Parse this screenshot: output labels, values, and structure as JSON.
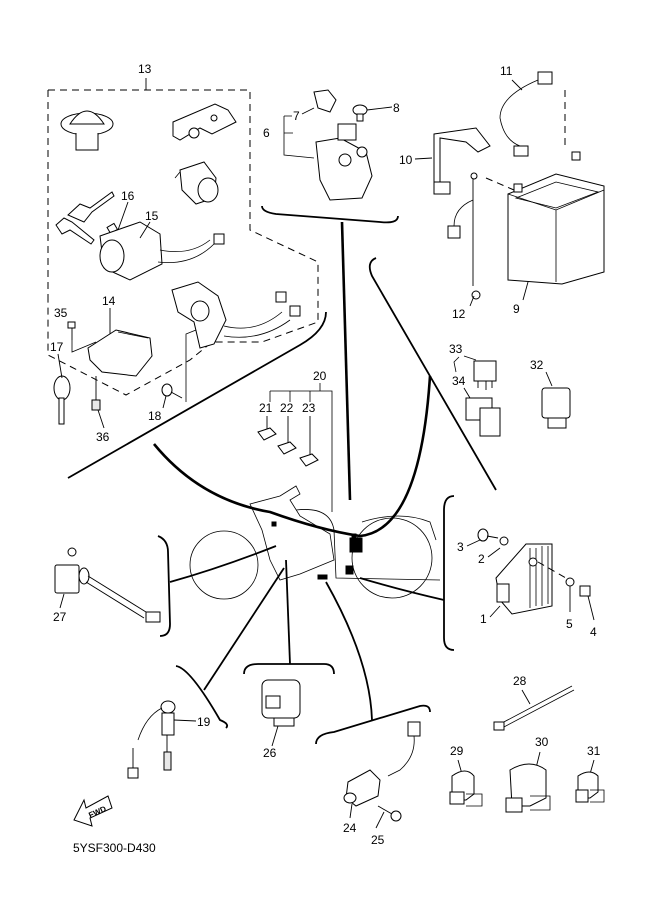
{
  "diagram": {
    "title": "Electrical parts exploded view",
    "figure_code": "5YSF300-D430",
    "fwd_arrow_label": "FWD",
    "callouts": {
      "p1": "1",
      "p2": "2",
      "p3": "3",
      "p4": "4",
      "p5": "5",
      "p6": "6",
      "p7": "7",
      "p8": "8",
      "p9": "9",
      "p10": "10",
      "p11": "11",
      "p12": "12",
      "p13": "13",
      "p14": "14",
      "p15": "15",
      "p16": "16",
      "p17": "17",
      "p18": "18",
      "p19": "19",
      "p20": "20",
      "p21": "21",
      "p22": "22",
      "p23": "23",
      "p24": "24",
      "p25": "25",
      "p26": "26",
      "p27": "27",
      "p28": "28",
      "p29": "29",
      "p30": "30",
      "p31": "31",
      "p32": "32",
      "p33": "33",
      "p34": "34",
      "p35": "35",
      "p36": "36"
    },
    "parts": [
      {
        "id": "13",
        "name": "main-switch-and-lock-set"
      },
      {
        "id": "6",
        "name": "starter-relay"
      },
      {
        "id": "7",
        "name": "fuse"
      },
      {
        "id": "8",
        "name": "bolt"
      },
      {
        "id": "9",
        "name": "battery"
      },
      {
        "id": "10",
        "name": "battery-band"
      },
      {
        "id": "11",
        "name": "battery-lead"
      },
      {
        "id": "12",
        "name": "ground-lead"
      },
      {
        "id": "14",
        "name": "ecu-unit"
      },
      {
        "id": "15",
        "name": "main-switch"
      },
      {
        "id": "16",
        "name": "screw"
      },
      {
        "id": "17",
        "name": "key"
      },
      {
        "id": "18",
        "name": "bolt"
      },
      {
        "id": "19",
        "name": "rear-brake-switch"
      },
      {
        "id": "20",
        "name": "fuse-set"
      },
      {
        "id": "21",
        "name": "fuse"
      },
      {
        "id": "22",
        "name": "fuse"
      },
      {
        "id": "23",
        "name": "fuse"
      },
      {
        "id": "24",
        "name": "neutral-switch"
      },
      {
        "id": "25",
        "name": "screw"
      },
      {
        "id": "26",
        "name": "flasher-relay"
      },
      {
        "id": "27",
        "name": "sensor"
      },
      {
        "id": "28",
        "name": "cable-tie"
      },
      {
        "id": "29",
        "name": "clamp"
      },
      {
        "id": "30",
        "name": "clamp"
      },
      {
        "id": "31",
        "name": "clamp"
      },
      {
        "id": "32",
        "name": "relay"
      },
      {
        "id": "33",
        "name": "relay-assembly"
      },
      {
        "id": "34",
        "name": "relay"
      },
      {
        "id": "35",
        "name": "screw"
      },
      {
        "id": "36",
        "name": "nut"
      },
      {
        "id": "1",
        "name": "rectifier-regulator"
      },
      {
        "id": "2",
        "name": "washer"
      },
      {
        "id": "3",
        "name": "bolt"
      },
      {
        "id": "4",
        "name": "nut"
      },
      {
        "id": "5",
        "name": "washer"
      }
    ]
  }
}
